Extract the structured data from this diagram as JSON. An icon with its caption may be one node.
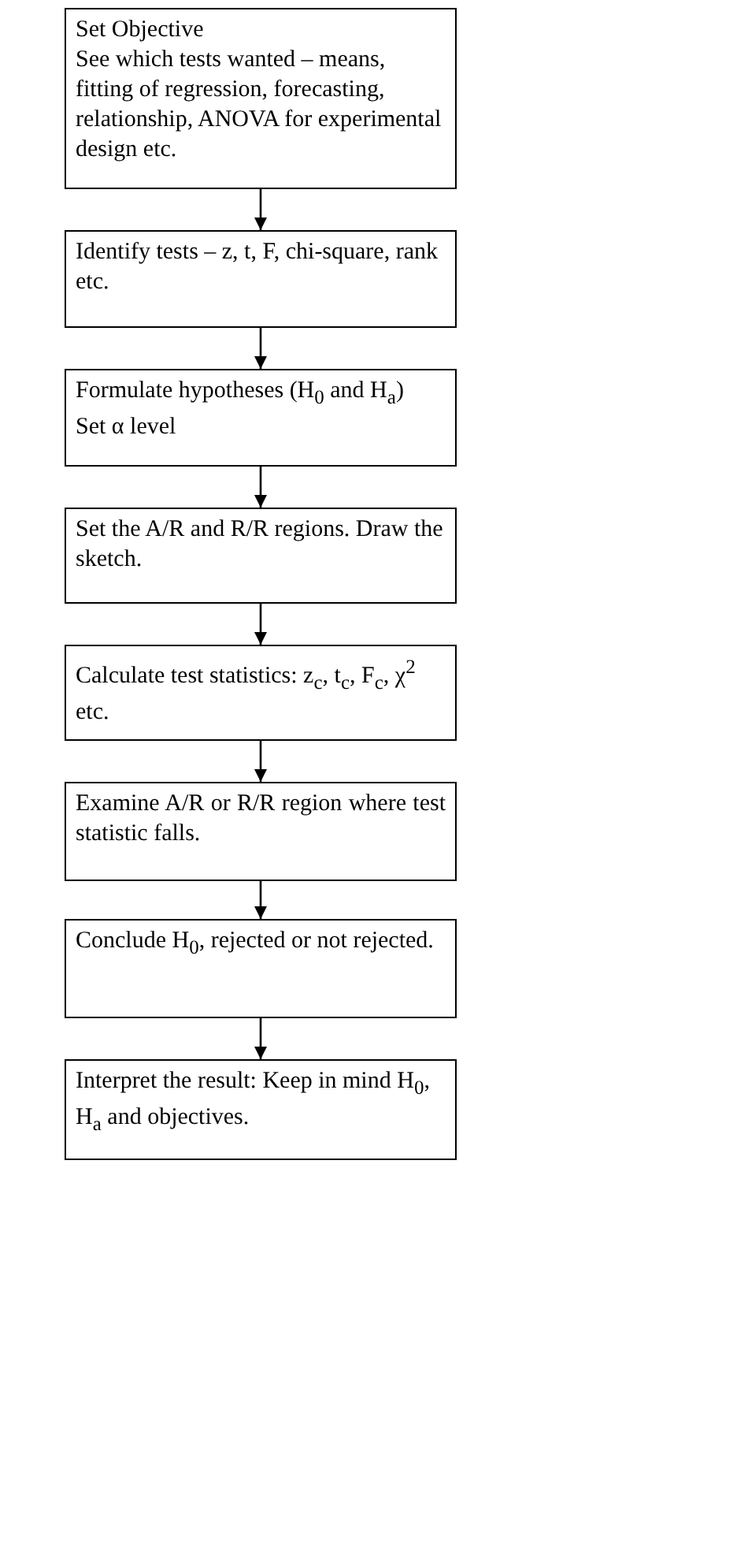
{
  "diagram": {
    "nodes": [
      {
        "text": [
          "Set Objective",
          "See which tests wanted – means, fitting of regression, forecasting, relationship, ANOVA for experimental design etc."
        ]
      },
      {
        "text": [
          "Identify tests – z, t, F, chi-square, rank etc."
        ]
      },
      {
        "text": [
          "Formulate hypotheses (H$_{0}$ and H$_{a}$)",
          "Set α level"
        ]
      },
      {
        "text": [
          "Set the A/R and R/R regions. Draw the sketch."
        ]
      },
      {
        "text": [
          "Calculate test statistics: z$_{c}$, t$_{c}$, F$_{c}$, χ$^{2}$ etc."
        ]
      },
      {
        "text": [
          "Examine A/R or R/R region where test statistic falls."
        ]
      },
      {
        "text": [
          "Conclude H$_{0}$, rejected or not rejected."
        ]
      },
      {
        "text": [
          "Interpret the result: Keep in mind H$_{0}$, H$_{a}$ and objectives."
        ]
      }
    ],
    "edges": [
      {
        "from": 0,
        "to": 1,
        "arrow": "to"
      },
      {
        "from": 1,
        "to": 2,
        "arrow": "to"
      },
      {
        "from": 2,
        "to": 3,
        "arrow": "to"
      },
      {
        "from": 3,
        "to": 4,
        "arrow": "to"
      },
      {
        "from": 4,
        "to": 5,
        "arrow": "to"
      },
      {
        "from": 5,
        "to": 6,
        "arrow": "to"
      },
      {
        "from": 6,
        "to": 7,
        "arrow": "to"
      }
    ]
  }
}
